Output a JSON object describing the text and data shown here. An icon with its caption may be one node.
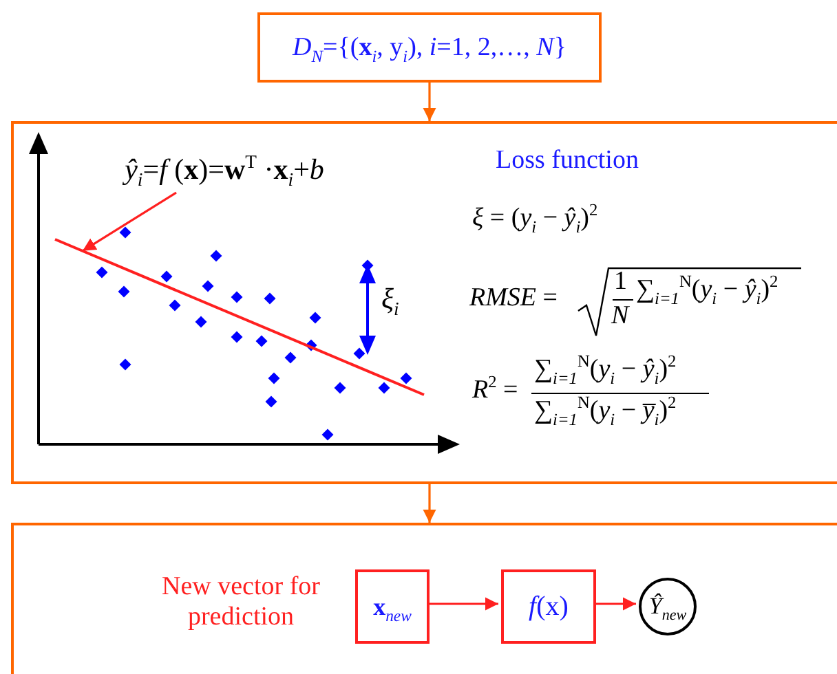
{
  "diagram": {
    "nodes": [
      {
        "text": [
          "*D*$_{N}$={(**x**$_{i}$, y$_{i}$), *i*=1, 2,…, *N*}"
        ]
      },
      {
        "text": [],
        "shape": "box"
      },
      {
        "text": [],
        "shape": "box"
      },
      {
        "text": [
          "**x**$_{new}$"
        ],
        "in": 2
      },
      {
        "text": [
          "*f*(x)"
        ],
        "in": 2
      },
      {
        "text": [
          "Ŷ$_{new}$"
        ],
        "in": 2
      },
      {
        "text": [
          "*ŷ*$_{i}$=*f* (**x**)=**w**$^{T}$ ·**x**$_{i}$+*b*"
        ],
        "in": 1
      },
      {
        "text": [],
        "shape": "line",
        "in": 1
      }
    ],
    "edges": [
      {
        "from": 0,
        "to": 1,
        "arrow": "to",
        "color": "#ff6600"
      },
      {
        "from": 1,
        "to": 2,
        "arrow": "to",
        "color": "#ff6600"
      },
      {
        "from": 3,
        "to": 4,
        "arrow": "to"
      },
      {
        "from": 4,
        "to": 5,
        "arrow": "to"
      },
      {
        "from": 6,
        "to": 7,
        "arrow": "to"
      }
    ],
    "labels": [
      "Loss function",
      "*ξ* = (*y*$_{i}$ − *ŷ*$_{i}$)$^{2}$",
      "*RMSE* =",
      "1",
      "*N*",
      "∑$_{i=1}$$^{N}$(*y*$_{i}$ − *ŷ*$_{i}$)$^{2}$",
      "*R*$^{2}$ =",
      "∑$_{i=1}$$^{N}$(*y*$_{i}$ − *ŷ*$_{i}$)$^{2}$",
      "∑$_{i=1}$$^{N}$(*y*$_{i}$ − *y̅*$_{i}$)$^{2}$",
      "*ξ*$_{i}$",
      "New vector for prediction"
    ]
  }
}
